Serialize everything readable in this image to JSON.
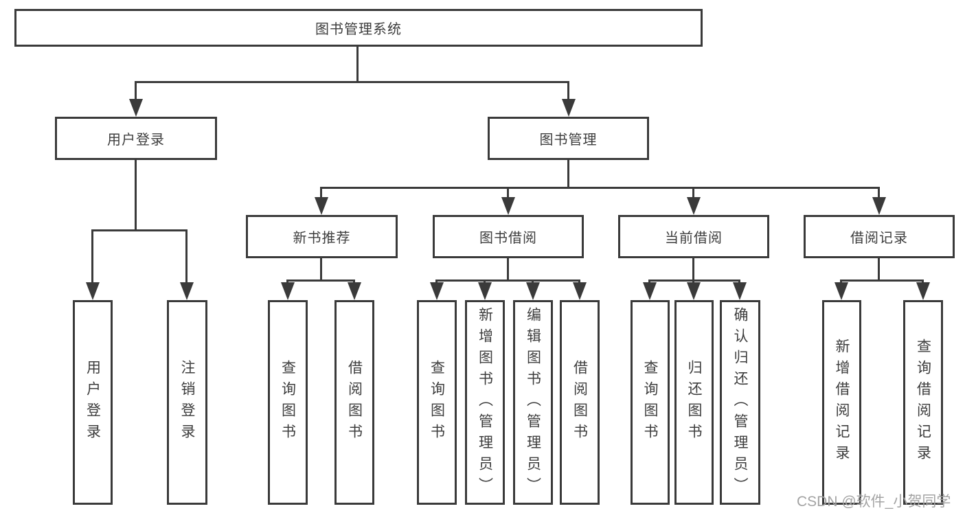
{
  "colors": {
    "line": "#3a3a3a",
    "text": "#3d3d3d",
    "background": "#ffffff",
    "watermark": "#a3a3a3"
  },
  "diagram_type": "hierarchy-tree",
  "tree": {
    "label": "图书管理系统",
    "children": [
      {
        "label": "用户登录",
        "children": [
          {
            "label": "用户登录"
          },
          {
            "label": "注销登录"
          }
        ]
      },
      {
        "label": "图书管理",
        "children": [
          {
            "label": "新书推荐",
            "children": [
              {
                "label": "查询图书"
              },
              {
                "label": "借阅图书"
              }
            ]
          },
          {
            "label": "图书借阅",
            "children": [
              {
                "label": "查询图书"
              },
              {
                "label": "新增图书（管理员）"
              },
              {
                "label": "编辑图书（管理员）"
              },
              {
                "label": "借阅图书"
              }
            ]
          },
          {
            "label": "当前借阅",
            "children": [
              {
                "label": "查询图书"
              },
              {
                "label": "归还图书"
              },
              {
                "label": "确认归还（管理员）"
              }
            ]
          },
          {
            "label": "借阅记录",
            "children": [
              {
                "label": "新增借阅记录"
              },
              {
                "label": "查询借阅记录"
              }
            ]
          }
        ]
      }
    ]
  },
  "watermark": "CSDN @软件_小贺同学"
}
